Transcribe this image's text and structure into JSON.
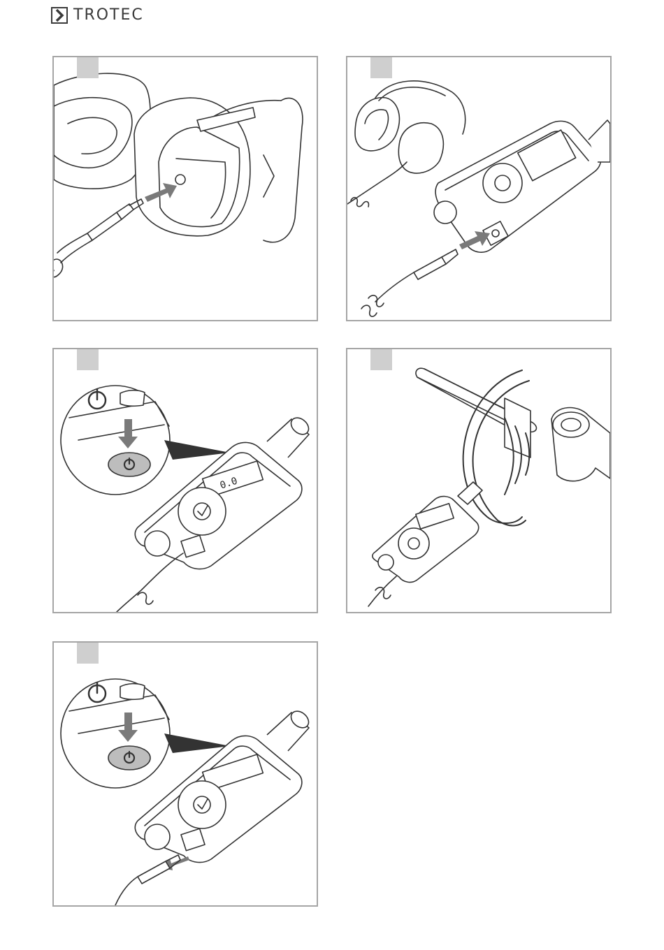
{
  "header": {
    "brand": "TROTEC",
    "logo_icon": "chevron-right-icon",
    "accent": "#3a3a3a"
  },
  "panels": [
    {
      "id": "step-1",
      "description_icon": "headphone-jack-plug-illustration"
    },
    {
      "id": "step-2",
      "description_icon": "device-jack-plug-illustration"
    },
    {
      "id": "step-3",
      "description_icon": "power-on-illustration",
      "display_value": "0.0"
    },
    {
      "id": "step-4",
      "description_icon": "pipe-leak-detection-illustration"
    },
    {
      "id": "step-5",
      "description_icon": "power-off-unplug-illustration"
    }
  ],
  "colors": {
    "panel_border": "#a5a5a5",
    "badge": "#cfcfcf",
    "arrow": "#7a7a7a"
  }
}
